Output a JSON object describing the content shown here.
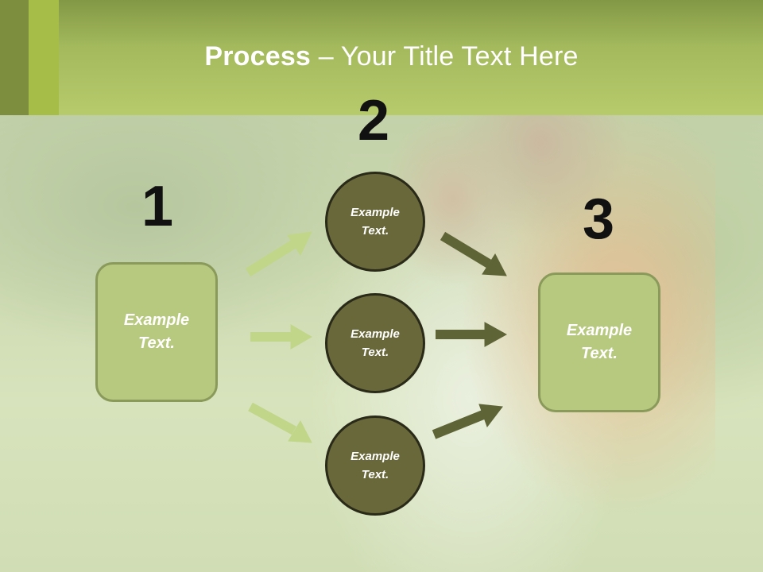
{
  "title": {
    "bold": "Process",
    "rest": " – Your Title Text Here"
  },
  "steps": [
    "1",
    "2",
    "3"
  ],
  "left_box": {
    "label": "Example\nText."
  },
  "right_box": {
    "label": "Example\nText."
  },
  "circles": [
    {
      "label": "Example\nText."
    },
    {
      "label": "Example\nText."
    },
    {
      "label": "Example\nText."
    }
  ],
  "colors": {
    "banner": "#b7cb6c",
    "box_fill": "#b7c97f",
    "box_border": "#8a9a5b",
    "circle_fill": "#69683a",
    "arrow_light": "#c2d68a",
    "arrow_dark": "#5f6436"
  }
}
